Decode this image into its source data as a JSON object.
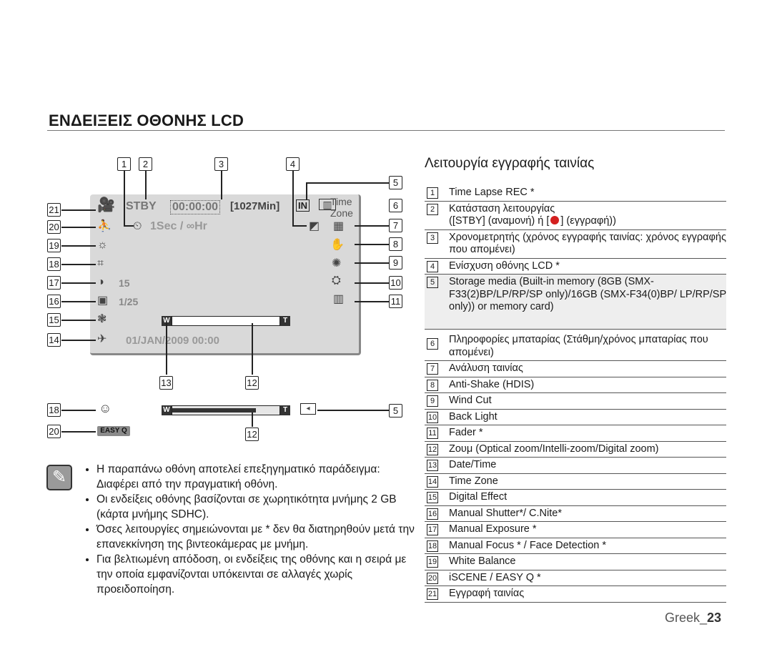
{
  "page_title": "ΕΝΔΕΙΞΕΙΣ ΟΘΟΝΗΣ LCD",
  "section_title": "Λειτουργία εγγραφής ταινίας",
  "lcd": {
    "stby": "STBY",
    "timecode": "00:00:00",
    "remaining": "[1027Min]",
    "storage_badge": "IN",
    "time_zone_label": "Time Zone",
    "timelapse": "1Sec / ∞Hr",
    "exposure_value": "15",
    "shutter_value": "1/25",
    "zoom_w": "W",
    "zoom_t": "T",
    "datetime": "01/JAN/2009 00:00"
  },
  "callouts": {
    "n1": "1",
    "n2": "2",
    "n3": "3",
    "n4": "4",
    "n5": "5",
    "n6": "6",
    "n7": "7",
    "n8": "8",
    "n9": "9",
    "n10": "10",
    "n11": "11",
    "n12": "12",
    "n13": "13",
    "n14": "14",
    "n15": "15",
    "n16": "16",
    "n17": "17",
    "n18": "18",
    "n19": "19",
    "n20": "20",
    "n21": "21"
  },
  "lower": {
    "easy_q": "EASY Q",
    "zoom_w": "W",
    "zoom_t": "T",
    "zoom_level": 0.78
  },
  "legend": [
    {
      "num": "1",
      "text": "Time Lapse REC *"
    },
    {
      "num": "2",
      "text_a": "Κατάσταση λειτουργίας",
      "text_b_pre": "([STBY] (αναμονή) ή [",
      "text_b_post": "] (εγγραφή))"
    },
    {
      "num": "3",
      "text": "Χρονομετρητής (χρόνος εγγραφής ταινίας: χρόνος εγγραφής που απομένει)"
    },
    {
      "num": "4",
      "text": "Ενίσχυση οθόνης LCD *"
    },
    {
      "num": "5",
      "text": "Storage media (Built-in memory (8GB (SMX-F33(2)BP/LP/RP/SP only)/16GB (SMX-F34(0)BP/ LP/RP/SP only)) or memory card)"
    },
    {
      "num": "6",
      "text": "Πληροφορίες μπαταρίας (Στάθμη/χρόνος μπαταρίας που απομένει)"
    },
    {
      "num": "7",
      "text": "Ανάλυση ταινίας"
    },
    {
      "num": "8",
      "text": "Anti-Shake (HDIS)"
    },
    {
      "num": "9",
      "text": "Wind Cut"
    },
    {
      "num": "10",
      "text": "Back Light"
    },
    {
      "num": "11",
      "text": "Fader *"
    },
    {
      "num": "12",
      "text": "Ζουμ (Optical zoom/Intelli-zoom/Digital zoom)"
    },
    {
      "num": "13",
      "text": "Date/Time"
    },
    {
      "num": "14",
      "text": "Time Zone"
    },
    {
      "num": "15",
      "text": "Digital Effect"
    },
    {
      "num": "16",
      "text": "Manual Shutter*/ C.Nite*"
    },
    {
      "num": "17",
      "text": "Manual Exposure *"
    },
    {
      "num": "18",
      "text": "Manual Focus * / Face Detection *"
    },
    {
      "num": "19",
      "text": "White Balance"
    },
    {
      "num": "20",
      "text": "iSCENE / EASY Q *"
    },
    {
      "num": "21",
      "text": "Εγγραφή ταινίας"
    }
  ],
  "notes": [
    "Η παραπάνω οθόνη αποτελεί επεξηγηματικό παράδειγμα: Διαφέρει από την πραγματική οθόνη.",
    "Οι ενδείξεις οθόνης βασίζονται σε χωρητικότητα μνήμης 2 GB (κάρτα μνήμης SDHC).",
    "Όσες λειτουργίες σημειώνονται με * δεν θα διατηρηθούν μετά την επανεκκίνηση της βιντεοκάμερας με μνήμη.",
    "Για βελτιωμένη απόδοση, οι ενδείξεις της οθόνης και η σειρά με την οποία εμφανίζονται υπόκεινται σε αλλαγές χωρίς προειδοποίηση."
  ],
  "footer": {
    "lang": "Greek_",
    "page": "23"
  }
}
